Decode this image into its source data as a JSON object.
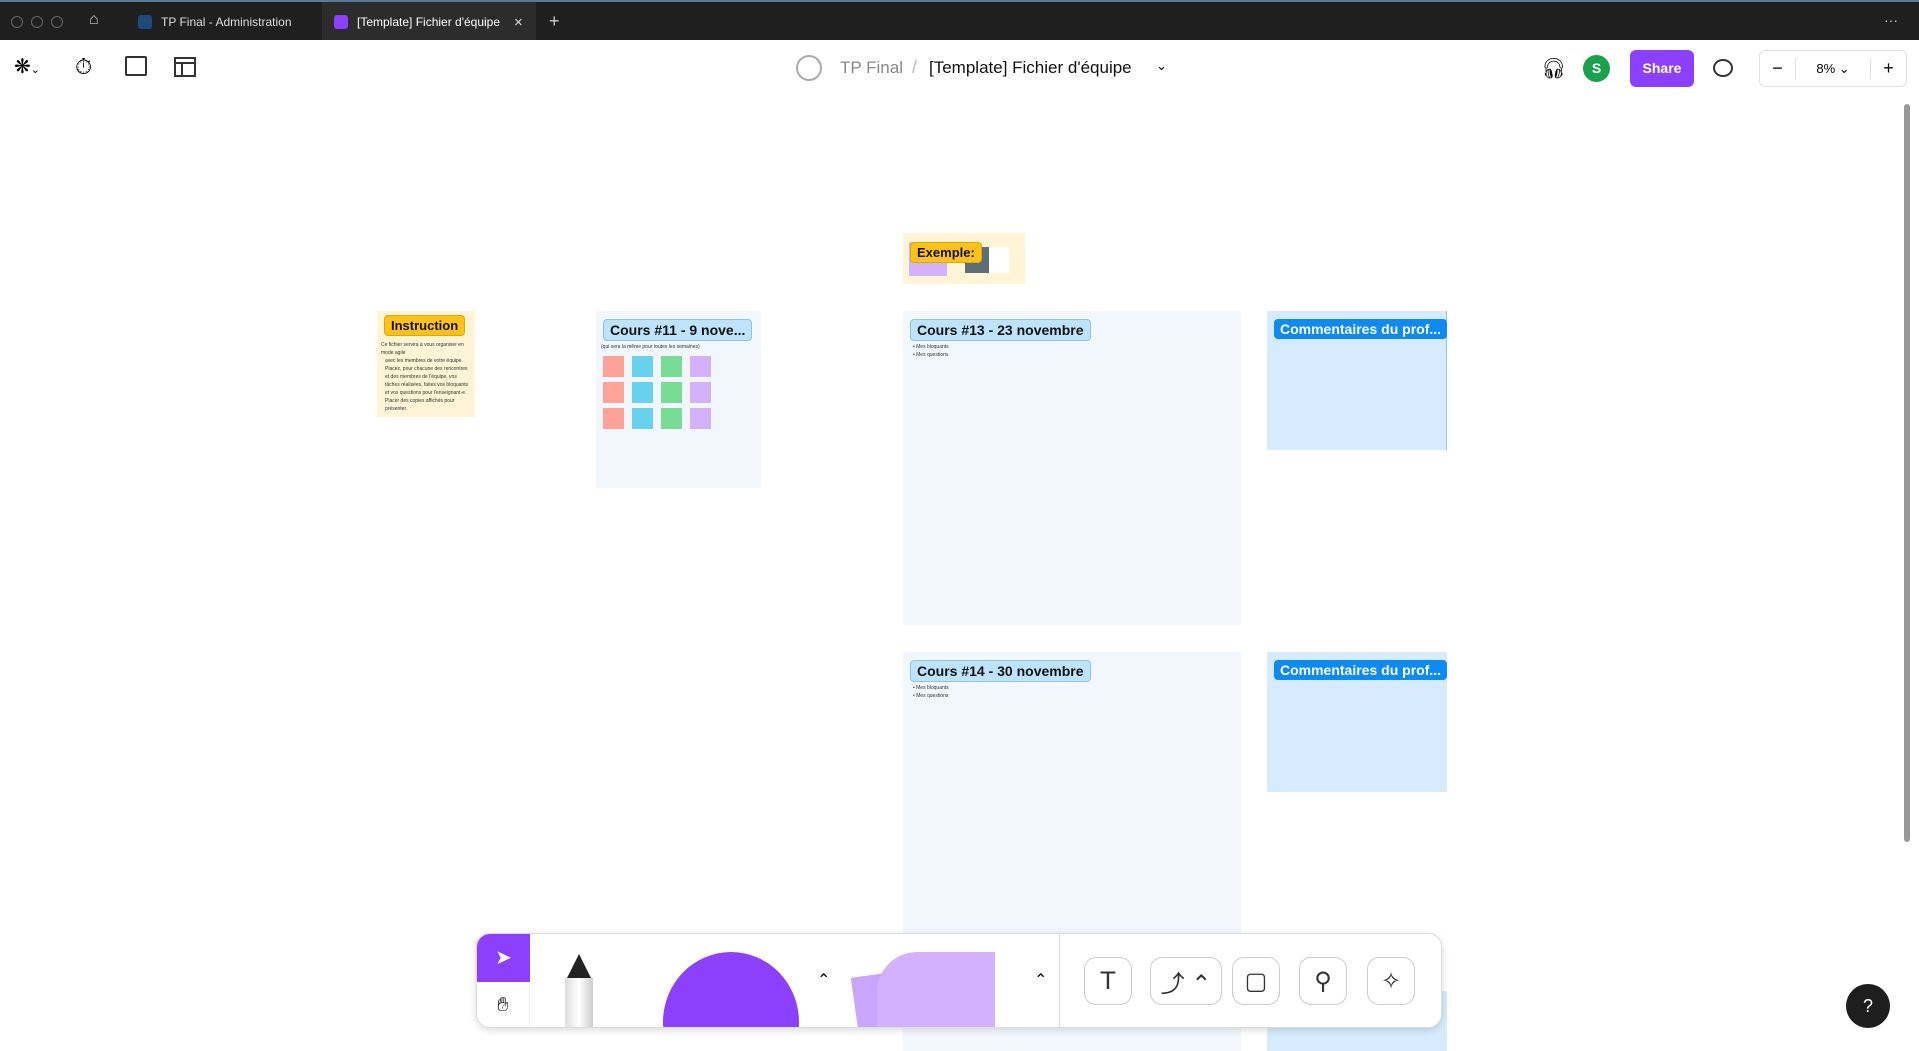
{
  "tabs": [
    {
      "label": "TP Final - Administration",
      "active": false
    },
    {
      "label": "[Template] Fichier d'équipe",
      "active": true
    }
  ],
  "tab_close": "×",
  "new_tab": "+",
  "more": "···",
  "header": {
    "project": "TP Final",
    "separator": "/",
    "file": "[Template] Fichier d'équipe",
    "avatar_initial": "S",
    "share": "Share",
    "zoom": "8%",
    "zoom_out": "−",
    "zoom_in": "+"
  },
  "canvas": {
    "instruction": {
      "label": "Instruction",
      "text": [
        "Ce fichier servira à vous organiser en mode agile",
        "avec les membres de votre équipe.",
        "Placez, pour chacune des rencontres et des membres de l'équipe, vos tâches réalisées, faites vos bloquants et vos questions pour l'enseignant·e.",
        "Placer des copies affichés pour présenter."
      ]
    },
    "exemple": {
      "label": "Exemple:"
    },
    "cours11": {
      "label": "Cours #11 - 9 nove...",
      "subtitle": "(qui sera la même pour toutes les semaines)"
    },
    "cours13": {
      "label": "Cours #13 - 23 novembre",
      "bullets": [
        "Mes bloquants",
        "Mes questions"
      ]
    },
    "cours14": {
      "label": "Cours #14 - 30 novembre",
      "bullets": [
        "Mes bloquants",
        "Mes questions"
      ]
    },
    "comment1": {
      "label": "Commentaires du prof..."
    },
    "comment2": {
      "label": "Commentaires du prof..."
    },
    "sticky_colors": [
      "#ffa398",
      "#66d2ee",
      "#79dc95",
      "#d4b1fd"
    ]
  },
  "help": "?",
  "colors": {
    "accent": "#8c3ffc",
    "avatar": "#18a24b",
    "share": "#8c3ffc"
  }
}
